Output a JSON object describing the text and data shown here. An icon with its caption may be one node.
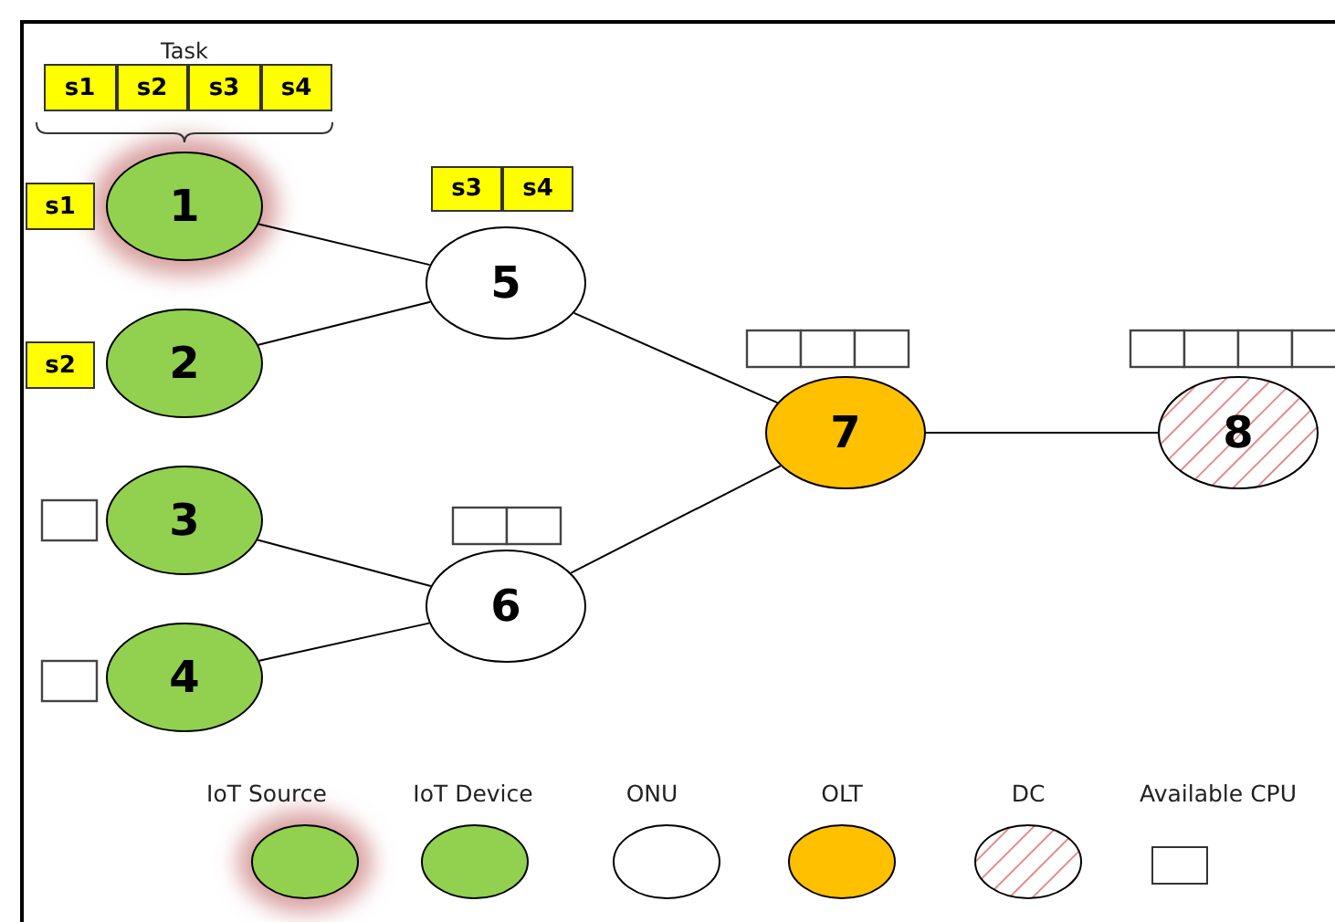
{
  "diagram": {
    "nodes": [
      {
        "text": [
          "1"
        ]
      },
      {
        "text": [
          "2"
        ]
      },
      {
        "text": [
          "3"
        ]
      },
      {
        "text": [
          "4"
        ]
      },
      {
        "text": [
          "5"
        ]
      },
      {
        "text": [
          "6"
        ]
      },
      {
        "text": [
          "7"
        ]
      },
      {
        "text": [
          "8"
        ]
      }
    ],
    "edges": [
      {
        "from": 0,
        "to": 4,
        "arrow": "none"
      },
      {
        "from": 1,
        "to": 4,
        "arrow": "none"
      },
      {
        "from": 2,
        "to": 5,
        "arrow": "none"
      },
      {
        "from": 3,
        "to": 5,
        "arrow": "none"
      },
      {
        "from": 4,
        "to": 6,
        "arrow": "none"
      },
      {
        "from": 5,
        "to": 6,
        "arrow": "none"
      },
      {
        "from": 6,
        "to": 7,
        "arrow": "none"
      }
    ],
    "labels": [
      "Task",
      "s1",
      "s2",
      "s3",
      "s4",
      "s3",
      "s4",
      "s1",
      "s2"
    ],
    "legend": [
      {
        "text": "IoT Source"
      },
      {
        "text": "IoT Device",
        "color": "#92d050"
      },
      {
        "text": "ONU",
        "color": "#ffffff"
      },
      {
        "text": "OLT",
        "color": "#ffc000"
      },
      {
        "text": "DC"
      },
      {
        "text": "Available CPU"
      }
    ]
  }
}
